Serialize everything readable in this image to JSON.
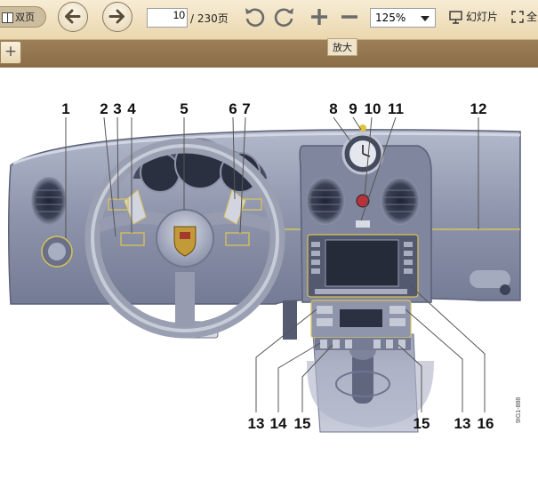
{
  "toolbar": {
    "dual_page_label": "双页",
    "current_page": "10",
    "total_pages": "/ 230页",
    "zoom_value": "125%",
    "slideshow_label": "幻灯片",
    "fullscreen_label": "全",
    "tooltip_zoom_in": "放大",
    "icons": {
      "dual": "dual-page-icon",
      "prev": "arrow-left-icon",
      "next": "arrow-right-icon",
      "rotate_left": "rotate-ccw-icon",
      "rotate_right": "rotate-cw-icon",
      "zoom_in": "plus-icon",
      "zoom_out": "minus-icon",
      "slideshow": "projector-icon",
      "fullscreen": "fullscreen-icon"
    }
  },
  "tabs": {
    "add_label": "+"
  },
  "figure": {
    "callouts_top": [
      "1",
      "2",
      "3",
      "4",
      "5",
      "6",
      "7",
      "8",
      "9",
      "10",
      "11",
      "12"
    ],
    "callouts_bottom": [
      "13",
      "14",
      "15",
      "15",
      "13",
      "16"
    ],
    "figure_code": "9IG1-888"
  },
  "colors": {
    "toolbar_bg": "#f1e2c2",
    "tab_strip": "#937652",
    "dashboard": "#8f96ad",
    "highlight": "#d9c35a"
  }
}
